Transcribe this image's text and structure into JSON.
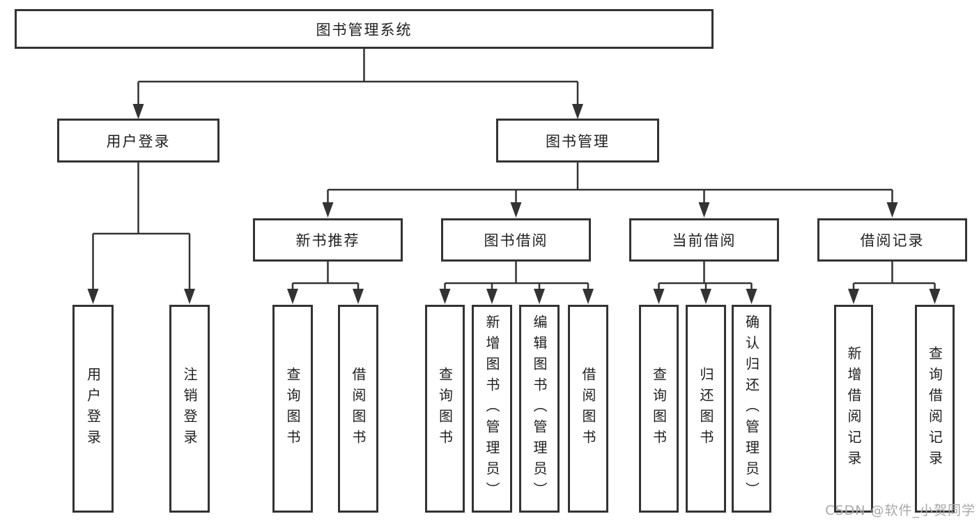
{
  "diagram": {
    "root": {
      "label": "图书管理系统"
    },
    "modules": [
      {
        "label": "用户登录",
        "features": [
          {
            "label": "用户登录"
          },
          {
            "label": "注销登录"
          }
        ]
      },
      {
        "label": "图书管理",
        "submodules": [
          {
            "label": "新书推荐",
            "features": [
              {
                "label": "查询图书"
              },
              {
                "label": "借阅图书"
              }
            ]
          },
          {
            "label": "图书借阅",
            "features": [
              {
                "label": "查询图书"
              },
              {
                "label": "新增图书（管理员）"
              },
              {
                "label": "编辑图书（管理员）"
              },
              {
                "label": "借阅图书"
              }
            ]
          },
          {
            "label": "当前借阅",
            "features": [
              {
                "label": "查询图书"
              },
              {
                "label": "归还图书"
              },
              {
                "label": "确认归还（管理员）"
              }
            ]
          },
          {
            "label": "借阅记录",
            "features": [
              {
                "label": "新增借阅记录"
              },
              {
                "label": "查询借阅记录"
              }
            ]
          }
        ]
      }
    ]
  },
  "watermark": {
    "text": "CSDN @软件_小贺同学"
  },
  "colors": {
    "line": "#333333",
    "text": "#1f1f1f",
    "watermark": "#a8a8a8",
    "background": "#ffffff"
  }
}
